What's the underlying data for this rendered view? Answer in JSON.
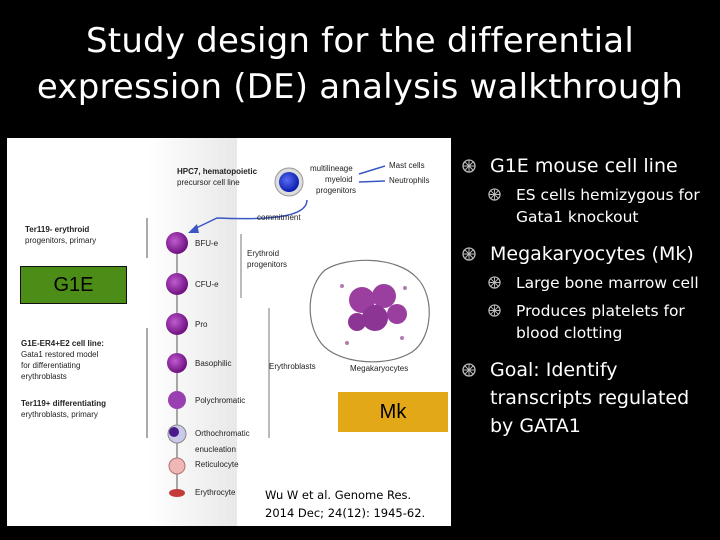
{
  "slide": {
    "title_line1": "Study design for the differential",
    "title_line2": "expression (DE) analysis walkthrough"
  },
  "figure": {
    "hpc7_line1": "HPC7, hematopoietic",
    "hpc7_line2": "precursor cell line",
    "multi_line1": "multilineage",
    "multi_line2": "myeloid",
    "multi_line3": "progenitors",
    "mast_cells": "Mast cells",
    "neutrophils": "Neutrophils",
    "commitment": "commitment",
    "ter119_line1": "Ter119- erythroid",
    "ter119_line2": "progenitors, primary",
    "stages": [
      "BFU-e",
      "CFU-e",
      "Pro",
      "Basophilic",
      "Polychromatic",
      "Orthochromatic",
      "enucleation",
      "Reticulocyte",
      "Erythrocyte"
    ],
    "erythroid_line1": "Erythroid",
    "erythroid_line2": "progenitors",
    "g1e_er4_line1": "G1E-ER4+E2 cell line:",
    "g1e_er4_line2": "Gata1 restored model",
    "g1e_er4_line3": "for differentiating",
    "g1e_er4_line4": "erythroblasts",
    "ter119p_line1": "Ter119+ differentiating",
    "ter119p_line2": "erythroblasts, primary",
    "erythroblasts": "Erythroblasts",
    "megakaryocytes": "Megakaryocytes",
    "g1e_label": "G1E",
    "mk_label": "Mk",
    "citation_line1": "Wu W et al. Genome Res.",
    "citation_line2": "2014 Dec; 24(12): 1945-62."
  },
  "bullets": {
    "g1e": "G1E mouse cell line",
    "g1e_sub": "ES cells hemizygous for Gata1 knockout",
    "mk": "Megakaryocytes (Mk)",
    "mk_sub1": "Large bone marrow cell",
    "mk_sub2": "Produces platelets for blood clotting",
    "goal": "Goal: Identify transcripts regulated by GATA1"
  },
  "colors": {
    "background": "#000000",
    "g1e_box": "#4b8d17",
    "mk_box": "#e2a817",
    "hpc7_cell": "#1f2fd6",
    "erythroid_cell": "#8d1f9c",
    "megakaryocyte": "#a24ea0"
  }
}
